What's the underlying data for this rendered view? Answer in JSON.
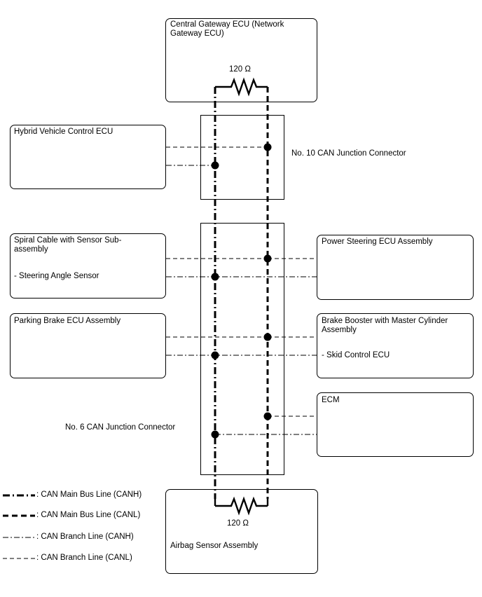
{
  "ecus": {
    "gateway": "Central Gateway ECU (Network Gateway ECU)",
    "hybrid": "Hybrid Vehicle Control ECU",
    "spiral": "Spiral Cable with Sensor Sub-assembly",
    "spiral_sub": "- Steering Angle Sensor",
    "power_steering": "Power Steering ECU Assembly",
    "parking": "Parking Brake ECU Assembly",
    "brake_booster": "Brake Booster with Master Cylinder Assembly",
    "brake_booster_sub": "- Skid Control ECU",
    "ecm": "ECM",
    "airbag": "Airbag Sensor Assembly"
  },
  "connectors": {
    "no10": "No. 10 CAN Junction Connector",
    "no6": "No. 6 CAN Junction Connector"
  },
  "resistors": {
    "top": "120 Ω",
    "bottom": "120 Ω"
  },
  "legend": [
    {
      "style": "canh-main",
      "label": ": CAN Main Bus Line (CANH)"
    },
    {
      "style": "canl-main",
      "label": ": CAN Main Bus Line (CANL)"
    },
    {
      "style": "canh-branch",
      "label": ": CAN Branch Line (CANH)"
    },
    {
      "style": "canl-branch",
      "label": ": CAN Branch Line (CANL)"
    }
  ],
  "colors": {
    "line": "#000000",
    "background": "#ffffff"
  }
}
